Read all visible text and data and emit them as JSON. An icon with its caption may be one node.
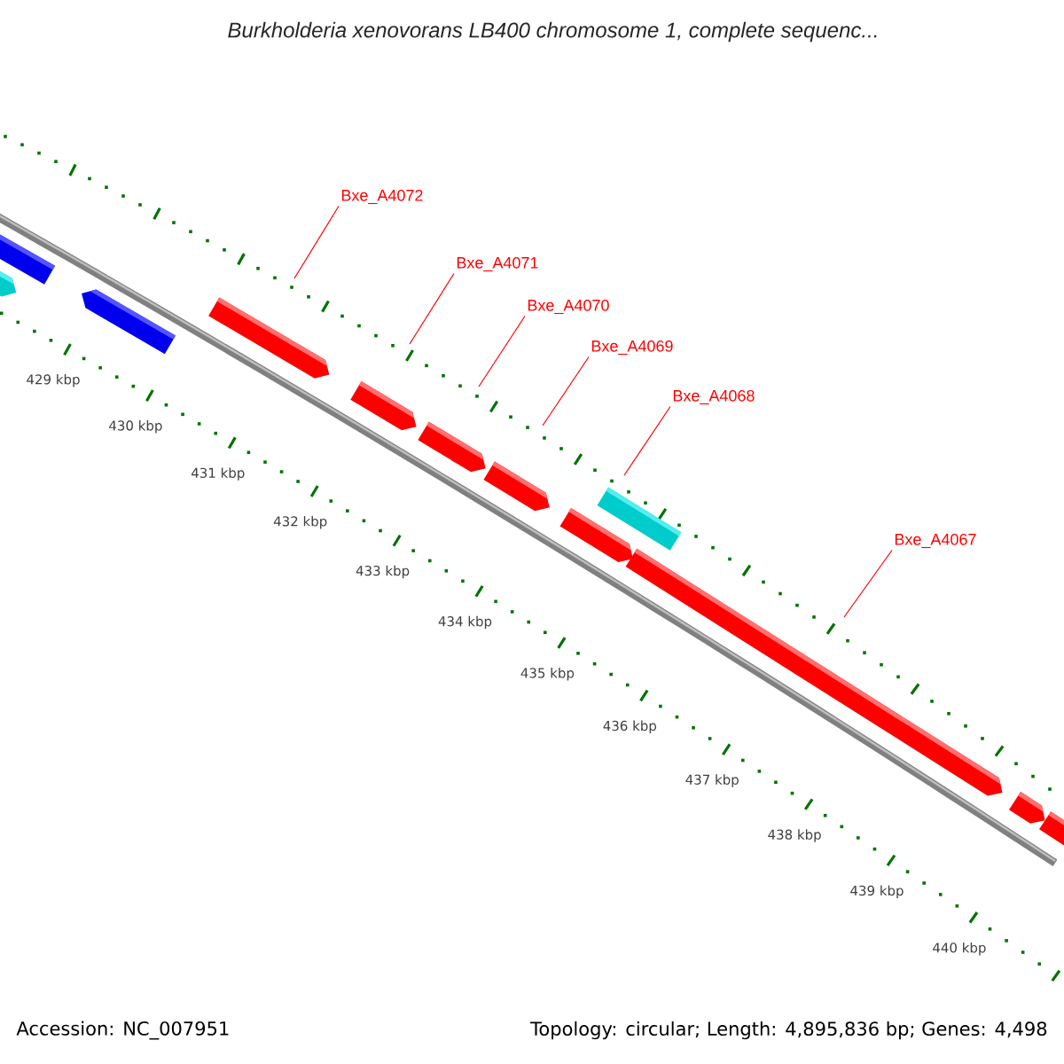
{
  "diagram": {
    "title": "Burkholderia xenovorans LB400 chromosome 1, complete sequenc...",
    "nodes": [
      {
        "text": [
          "Bxe_A4072"
        ]
      },
      {
        "text": [
          "Bxe_A4071"
        ]
      },
      {
        "text": [
          "Bxe_A4070"
        ]
      },
      {
        "text": [
          "Bxe_A4069"
        ]
      },
      {
        "text": [
          "Bxe_A4068"
        ]
      },
      {
        "text": [
          "Bxe_A4067"
        ]
      }
    ],
    "edges": [
      {
        "from": 0,
        "to": null,
        "arrow": "none"
      },
      {
        "from": 1,
        "to": null,
        "arrow": "none"
      },
      {
        "from": 2,
        "to": null,
        "arrow": "none"
      },
      {
        "from": 3,
        "to": null,
        "arrow": "none"
      },
      {
        "from": 4,
        "to": null,
        "arrow": "none"
      },
      {
        "from": 5,
        "to": null,
        "arrow": "none"
      }
    ],
    "labels": [
      "429 kbp",
      "430 kbp",
      "431 kbp",
      "432 kbp",
      "433 kbp",
      "434 kbp",
      "435 kbp",
      "436 kbp",
      "437 kbp",
      "438 kbp",
      "439 kbp",
      "440 kbp",
      "Accession: NC_007951",
      "Topology: circular; Length: 4,895,836 bp; Genes: 4,498"
    ]
  }
}
